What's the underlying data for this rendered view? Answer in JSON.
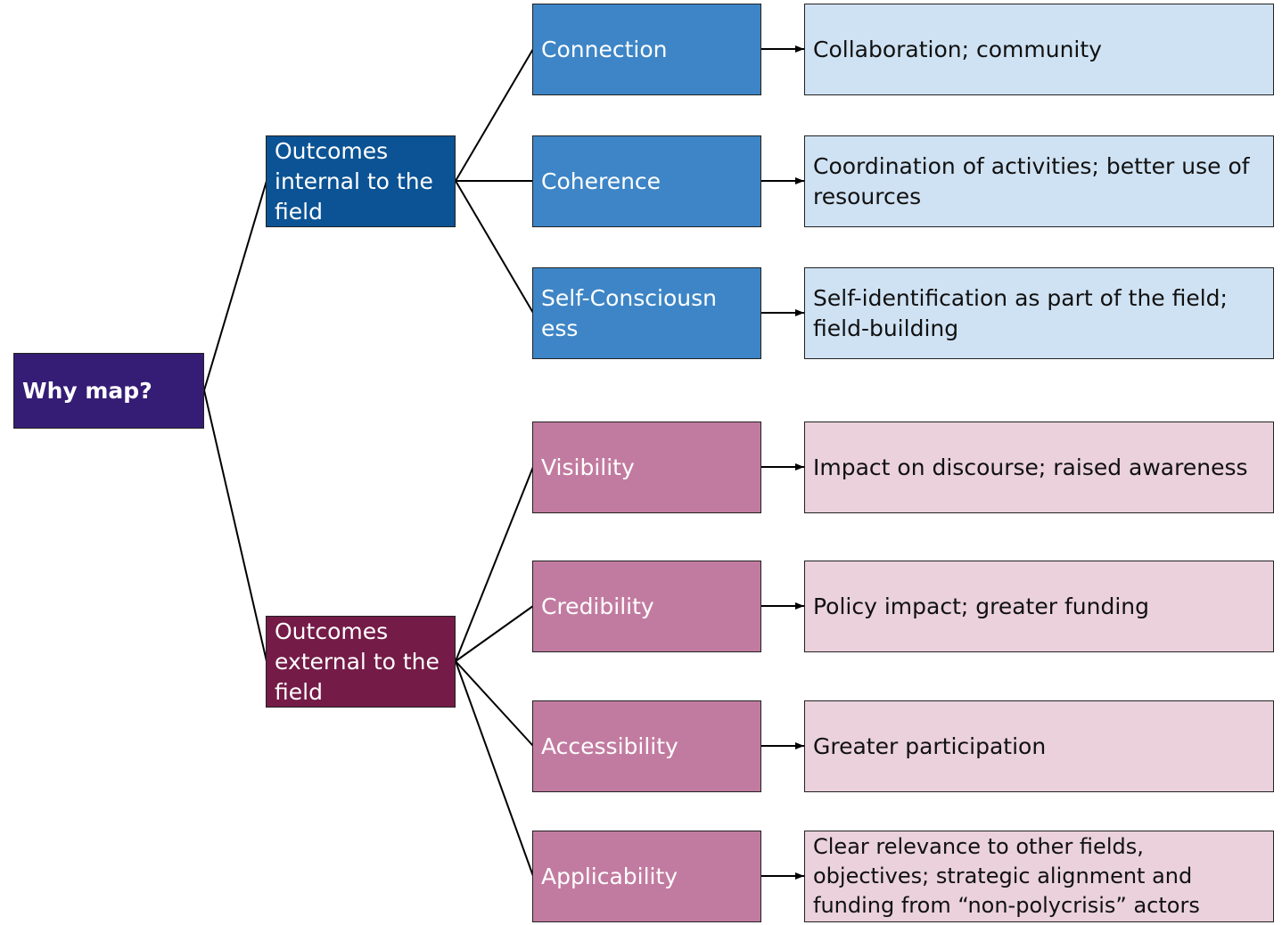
{
  "root": {
    "label": "Why map?"
  },
  "groups": [
    {
      "label": "Outcomes internal to the field",
      "items": [
        {
          "label": "Connection",
          "outcome": "Collaboration; community"
        },
        {
          "label": "Coherence",
          "outcome": "Coordination of activities; better use of resources"
        },
        {
          "label": "Self-Consciousness",
          "outcome": "Self-identification as part of the field; field-building"
        }
      ]
    },
    {
      "label": "Outcomes external to the field",
      "items": [
        {
          "label": "Visibility",
          "outcome": "Impact on discourse; raised awareness"
        },
        {
          "label": "Credibility",
          "outcome": "Policy impact; greater funding"
        },
        {
          "label": "Accessibility",
          "outcome": "Greater participation"
        },
        {
          "label": "Applicability",
          "outcome": "Clear relevance to other fields, objectives; strategic alignment and funding from “non-polycrisis” actors"
        }
      ]
    }
  ],
  "colors": {
    "root": "#351c75",
    "internal": "#0b5394",
    "external": "#741b47",
    "internal_item": "#3d85c6",
    "external_item": "#c27ba0",
    "internal_outcome": "#cfe2f3",
    "external_outcome": "#ead1dc"
  }
}
